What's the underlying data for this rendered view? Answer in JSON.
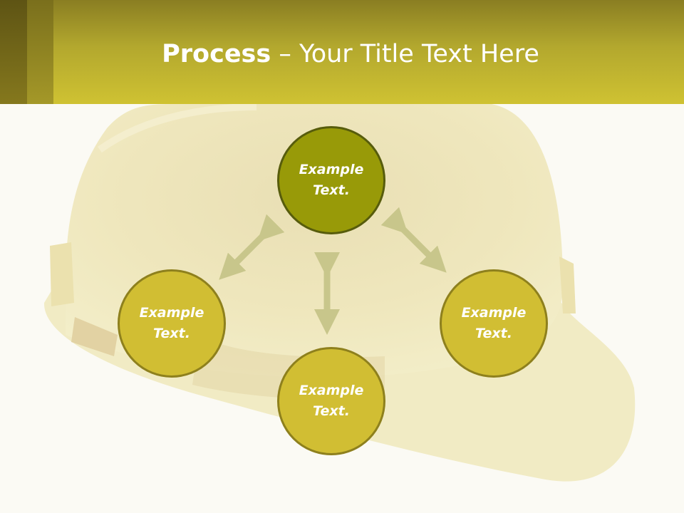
{
  "title": {
    "bold": "Process",
    "rest": " – Your Title Text Here"
  },
  "diagram": {
    "nodes": [
      {
        "id": "top",
        "label_line1": "Example",
        "label_line2": "Text.",
        "fill": "#989a08"
      },
      {
        "id": "left",
        "label_line1": "Example",
        "label_line2": "Text.",
        "fill": "#d1be33"
      },
      {
        "id": "right",
        "label_line1": "Example",
        "label_line2": "Text.",
        "fill": "#d1be33"
      },
      {
        "id": "bottom",
        "label_line1": "Example",
        "label_line2": "Text.",
        "fill": "#d1be33"
      }
    ],
    "connectors": [
      "top-left",
      "top-right",
      "top-bottom"
    ],
    "arrow_color": "#c7c68a"
  },
  "colors": {
    "header": "#cfc232",
    "background": "#fbfaf4",
    "helmet": "#efe7b4"
  }
}
